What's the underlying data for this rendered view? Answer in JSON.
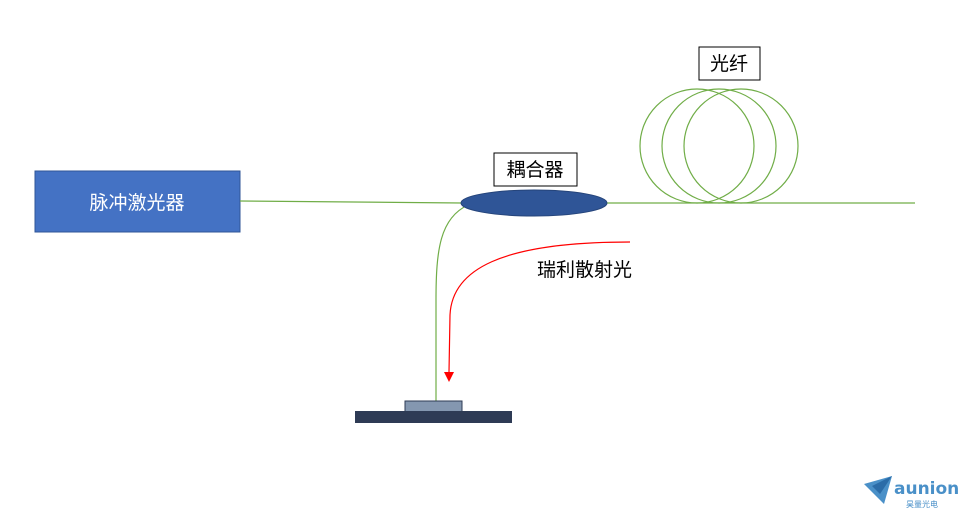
{
  "laser": {
    "label": "脉冲激光器",
    "fill": "#4472C4",
    "text_color": "#ffffff"
  },
  "coupler": {
    "label": "耦合器",
    "fill": "#2F5597"
  },
  "fiber": {
    "label": "光纤",
    "color": "#70AD47"
  },
  "scatter": {
    "label": "瑞利散射光",
    "color": "#FF0000"
  },
  "detector": {
    "base_color": "#2E3B55",
    "sensor_color": "#8497B0"
  },
  "logo": {
    "name": "aunion",
    "subtitle": "昊量光电",
    "color": "#4A90C8",
    "icon": "paper-plane-icon"
  }
}
